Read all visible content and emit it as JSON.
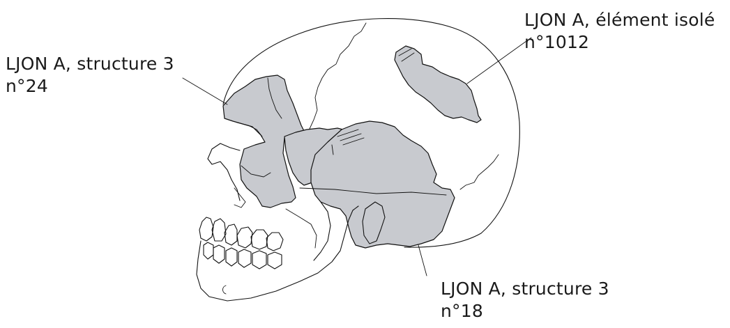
{
  "fragment_color": "#c8cacf",
  "outline_color": "#111111",
  "labels": {
    "fragment_24": {
      "line1": "LJON A, structure 3",
      "line2": "n°24"
    },
    "fragment_1012": {
      "line1": "LJON A, élément isolé",
      "line2": "n°1012"
    },
    "fragment_18": {
      "line1": "LJON A, structure 3",
      "line2": "n°18"
    }
  }
}
